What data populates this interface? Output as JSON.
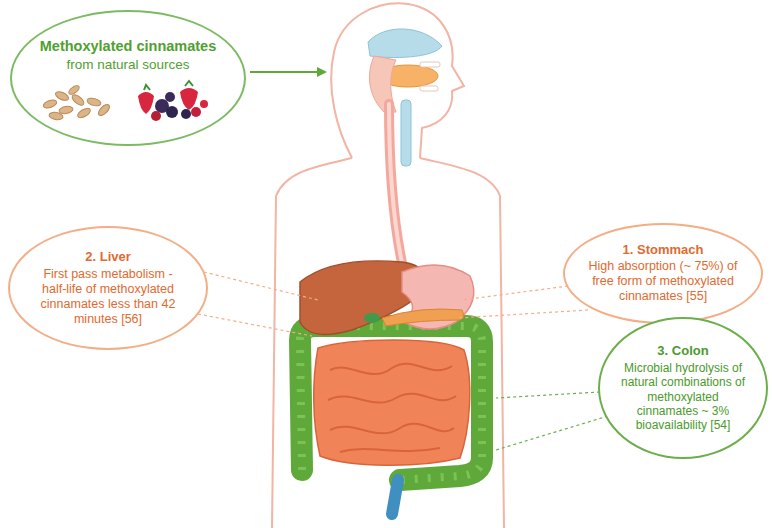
{
  "diagram": {
    "nodes": [
      {
        "text": [
          "Methoxylated cinnamates",
          "from natural sources"
        ]
      },
      {
        "text": [
          "1. Stommach",
          "High absorption (~ 75%) of free form of methoxylated cinnamates [55]"
        ]
      },
      {
        "text": [
          "2. Liver",
          "First pass metabolism -half-life of methoxylated cinnamates less than 42 minutes [56]"
        ]
      },
      {
        "text": [
          "3. Colon",
          "Microbial hydrolysis of natural combinations of methoxylated cinnamates ~ 3% bioavailability [54]"
        ]
      }
    ]
  }
}
